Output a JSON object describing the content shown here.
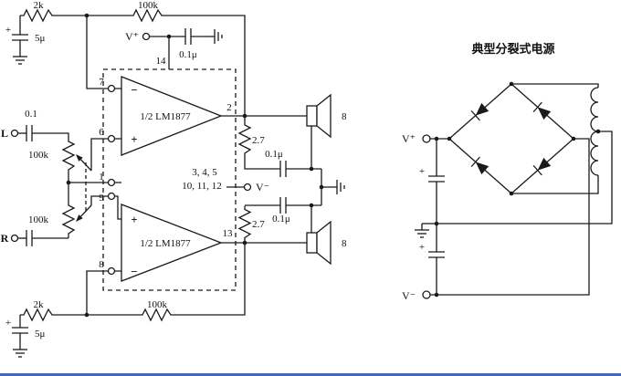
{
  "left": {
    "power": {
      "vplus": "V⁺",
      "pin14": "14",
      "cap": "0.1μ"
    },
    "fb_top": {
      "r2k": "2k",
      "c5u": "5μ",
      "plus": "+",
      "r100k": "100k"
    },
    "fb_bot": {
      "r2k": "2k",
      "c5u": "5μ",
      "plus": "+",
      "r100k": "100k"
    },
    "amp1": {
      "pin_inv": "7",
      "pin_noninv": "6",
      "minus": "−",
      "plus": "+",
      "name": "1/2 LM1877",
      "pin_out": "2"
    },
    "amp2": {
      "pin_bias": "1",
      "pin_noninv": "9",
      "pin_inv": "8",
      "plus": "+",
      "minus": "−",
      "name": "1/2 LM1877",
      "pin_out": "13"
    },
    "inputs": {
      "l": "L",
      "cap_l": "0.1",
      "pot_l": "100k",
      "r": "R",
      "pot_r": "100k"
    },
    "vminus_pin": {
      "pins_a": "3, 4, 5",
      "pins_b": "10, 11, 12",
      "label": "V⁻"
    },
    "zobel_top": {
      "r": "2.7",
      "c": "0.1μ"
    },
    "zobel_bot": {
      "r": "2.7",
      "c": "0.1μ"
    },
    "spk_top": "8",
    "spk_bot": "8"
  },
  "right": {
    "title": "典型分裂式电源",
    "vplus": "V⁺",
    "vminus": "V⁻",
    "cap1_plus": "+",
    "cap2_plus": "+"
  },
  "colors": {
    "bottom_bar": "#4365c8"
  }
}
